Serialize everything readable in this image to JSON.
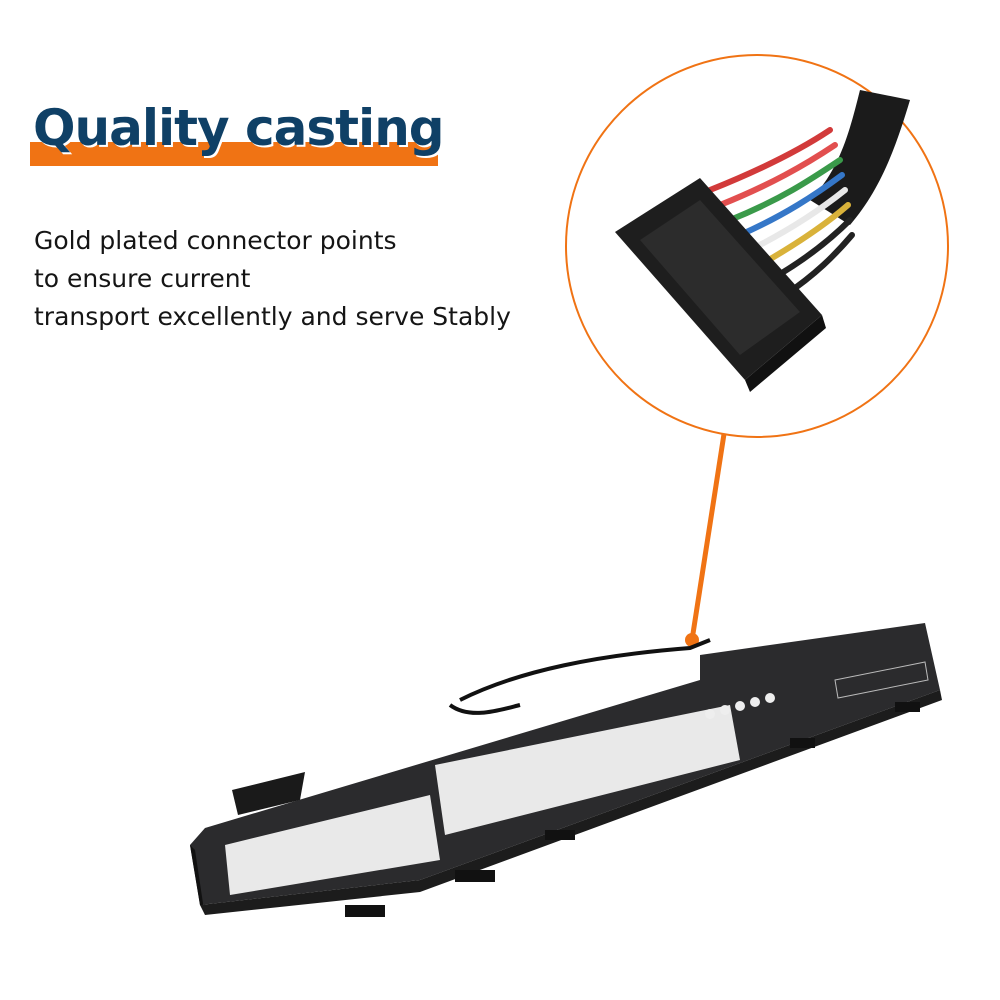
{
  "heading": {
    "title": "Quality casting"
  },
  "description": {
    "lines": [
      "Gold plated connector points",
      "to ensure current",
      "transport excellently and serve Stably"
    ]
  },
  "colors": {
    "accent": "#f07314",
    "title": "#0f4066",
    "battery": "#2b2b2d"
  },
  "wire_colors": [
    "#d23a3a",
    "#e24f4f",
    "#3a9a4a",
    "#3577c8",
    "#e8e8e8",
    "#d9b23a",
    "#222222"
  ]
}
